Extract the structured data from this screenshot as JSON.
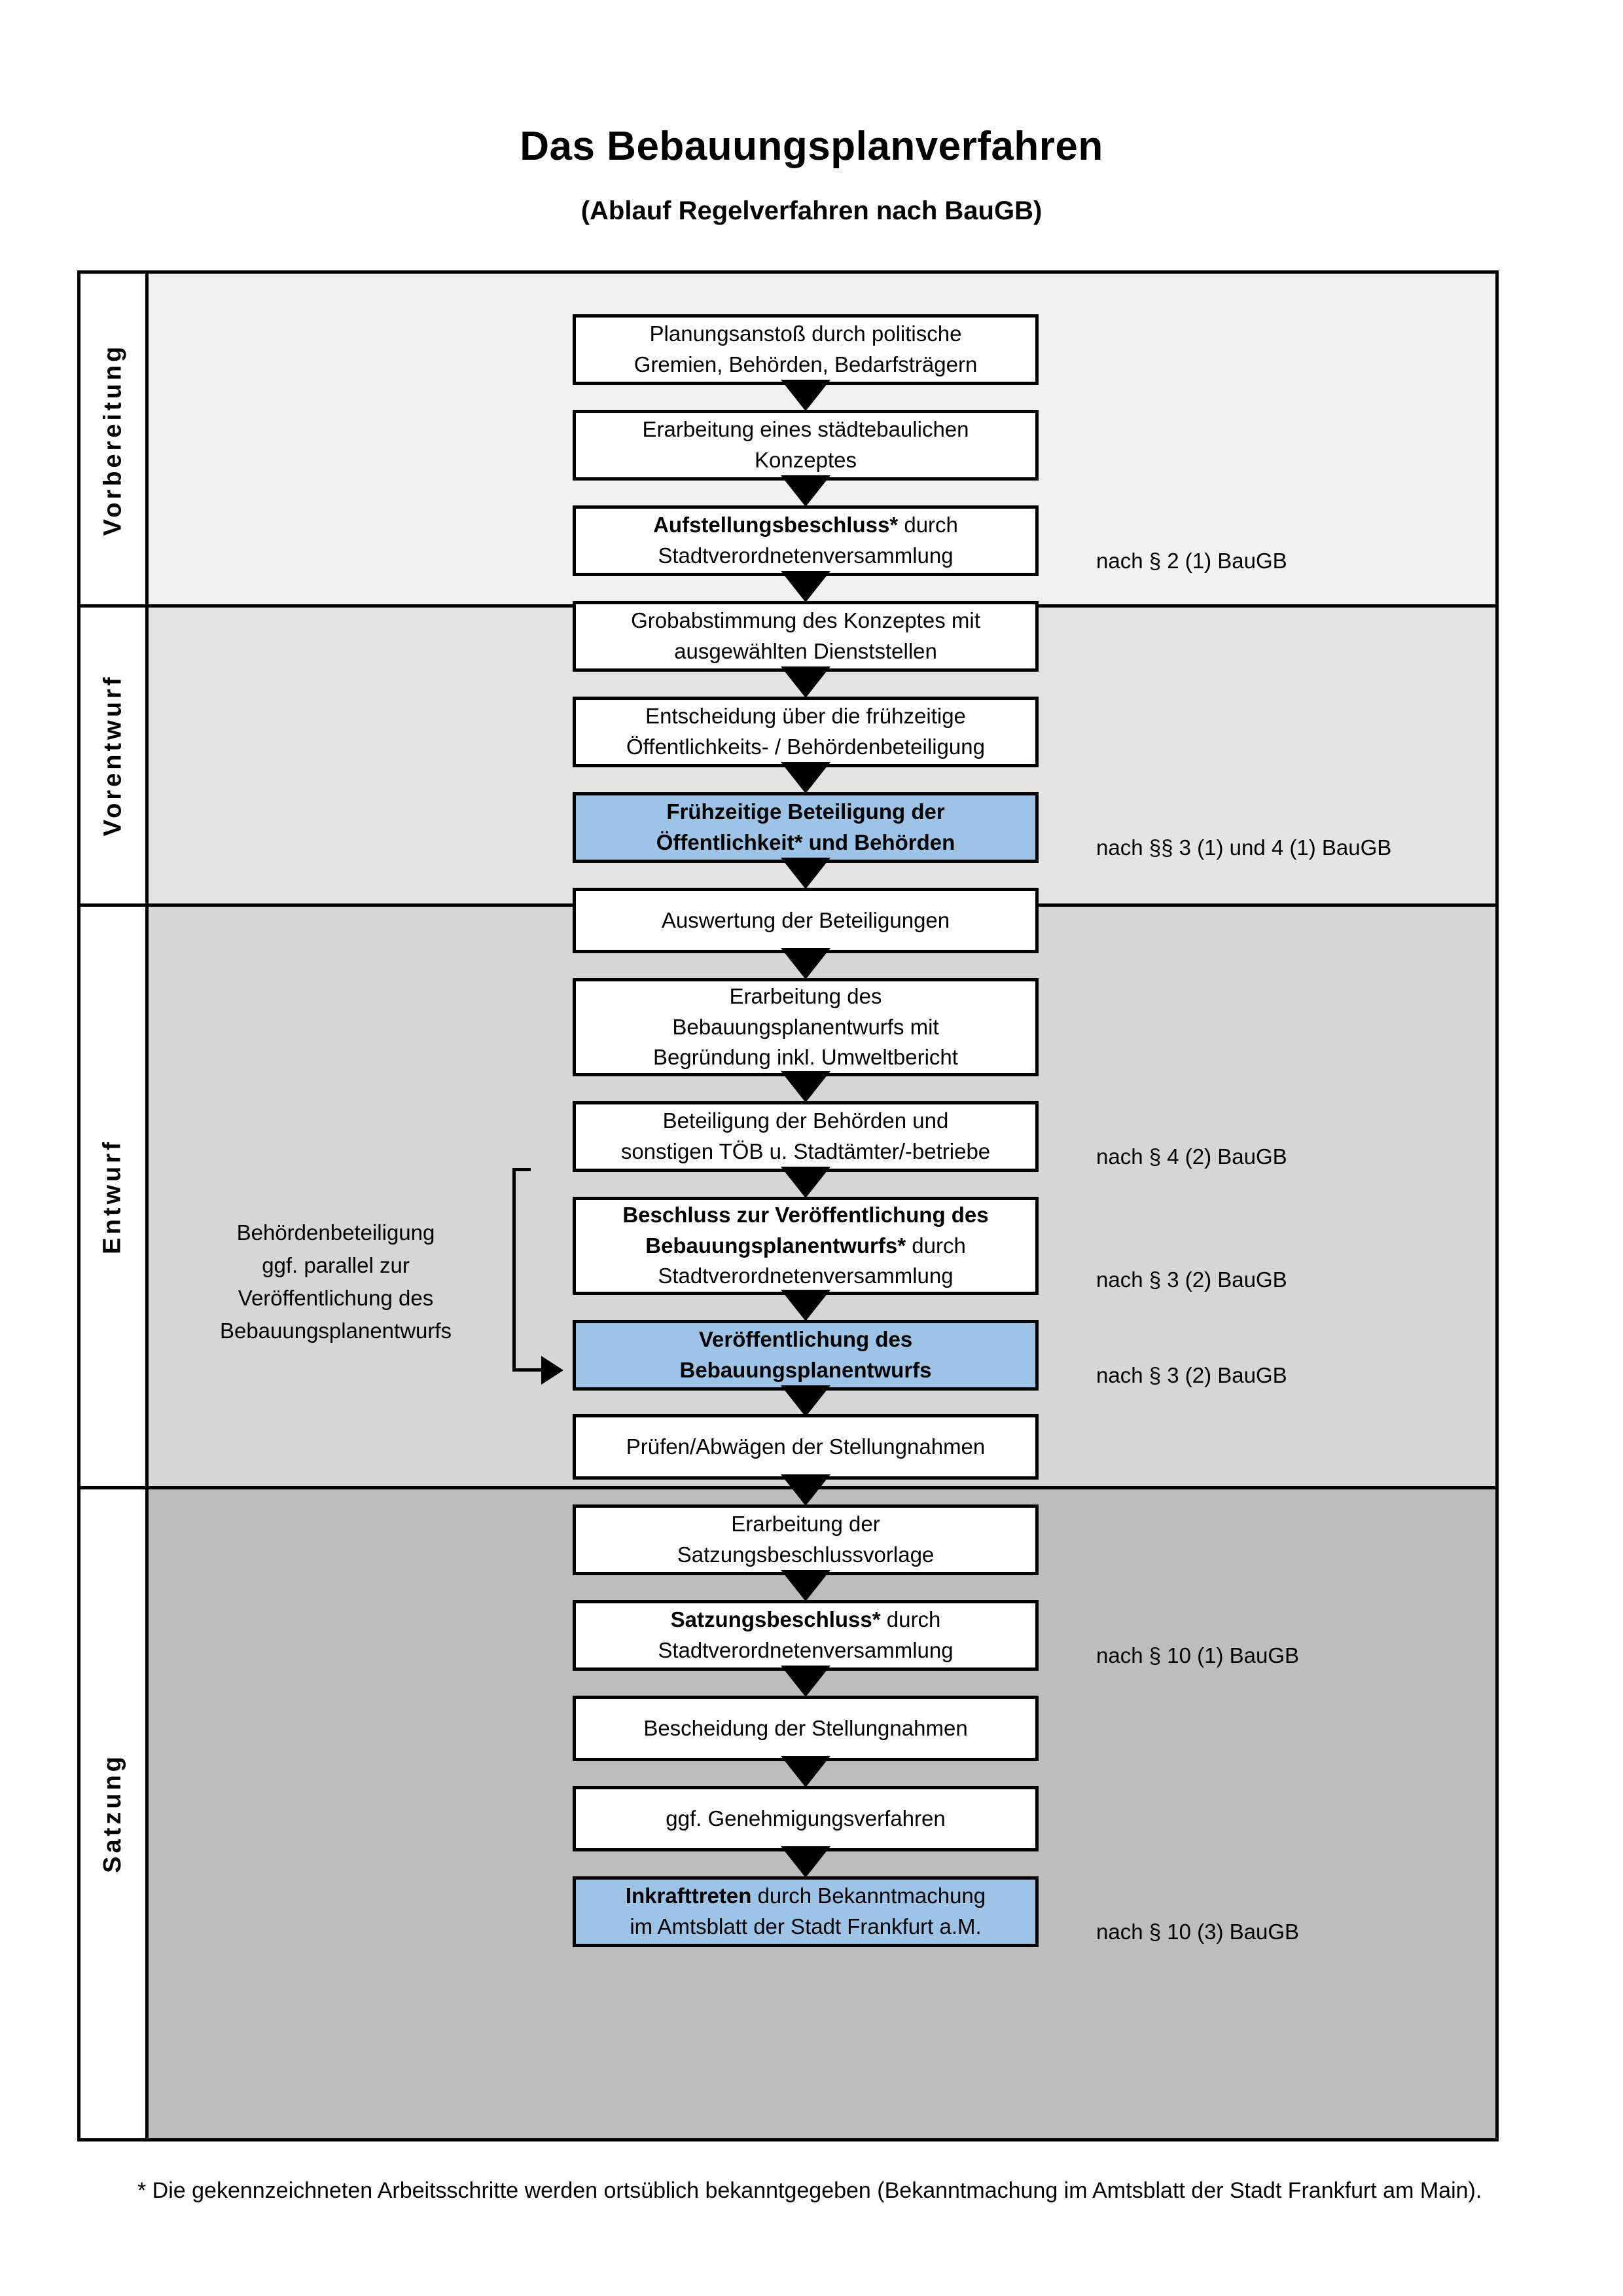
{
  "title": "Das Bebauungsplanverfahren",
  "subtitle": "(Ablauf Regelverfahren nach BauGB)",
  "phases": [
    {
      "label": "Vorbereitung",
      "band_color": "#F1F1F1"
    },
    {
      "label": "Vorentwurf",
      "band_color": "#E4E4E4"
    },
    {
      "label": "Entwurf",
      "band_color": "#D6D6D6"
    },
    {
      "label": "Satzung",
      "band_color": "#BDBDBD"
    }
  ],
  "side_note": {
    "lines": [
      "Behördenbeteiligung",
      "ggf. parallel zur",
      "Veröffentlichung des",
      "Bebauungsplanentwurfs"
    ]
  },
  "steps": [
    {
      "id": "planungsanstoss",
      "phase": "Vorbereitung",
      "lines": [
        {
          "text": "Planungsanstoß durch politische",
          "bold": false
        },
        {
          "text": "Gremien, Behörden, Bedarfsträgern",
          "bold": false
        }
      ],
      "highlight": false
    },
    {
      "id": "staedtebauliches-konzept",
      "phase": "Vorbereitung",
      "lines": [
        {
          "text": "Erarbeitung eines städtebaulichen",
          "bold": false
        },
        {
          "text": "Konzeptes",
          "bold": false
        }
      ],
      "highlight": false
    },
    {
      "id": "aufstellungsbeschluss",
      "phase": "Vorbereitung",
      "lines": [
        {
          "text": "Aufstellungsbeschluss*",
          "bold": true,
          "suffix": " durch"
        },
        {
          "text": "Stadtverordnetenversammlung",
          "bold": false
        }
      ],
      "highlight": false,
      "legal_ref": "nach § 2 (1) BauGB"
    },
    {
      "id": "grobabstimmung",
      "phase": "Vorentwurf",
      "lines": [
        {
          "text": "Grobabstimmung des Konzeptes mit",
          "bold": false
        },
        {
          "text": "ausgewählten Dienststellen",
          "bold": false
        }
      ],
      "highlight": false
    },
    {
      "id": "entscheidung-fruehzeitige-beteiligung",
      "phase": "Vorentwurf",
      "lines": [
        {
          "text": "Entscheidung über die frühzeitige",
          "bold": false
        },
        {
          "text": "Öffentlichkeits- / Behördenbeteiligung",
          "bold": false
        }
      ],
      "highlight": false
    },
    {
      "id": "fruehzeitige-beteiligung",
      "phase": "Vorentwurf",
      "lines": [
        {
          "text": "Frühzeitige Beteiligung der",
          "bold": true
        },
        {
          "text": "Öffentlichkeit* und Behörden",
          "bold": true
        }
      ],
      "highlight": true,
      "legal_ref": "nach §§ 3 (1) und 4 (1) BauGB"
    },
    {
      "id": "auswertung-beteiligungen",
      "phase": "Entwurf",
      "lines": [
        {
          "text": "Auswertung der Beteiligungen",
          "bold": false
        }
      ],
      "highlight": false
    },
    {
      "id": "erarbeitung-bebauungsplanentwurf",
      "phase": "Entwurf",
      "lines": [
        {
          "text": "Erarbeitung des",
          "bold": false
        },
        {
          "text": "Bebauungsplanentwurfs mit",
          "bold": false
        },
        {
          "text": "Begründung inkl. Umweltbericht",
          "bold": false
        }
      ],
      "highlight": false
    },
    {
      "id": "beteiligung-behoerden-toeb",
      "phase": "Entwurf",
      "lines": [
        {
          "text": "Beteiligung der Behörden und",
          "bold": false
        },
        {
          "text": "sonstigen TÖB u. Stadtämter/-betriebe",
          "bold": false
        }
      ],
      "highlight": false,
      "legal_ref": "nach § 4 (2) BauGB"
    },
    {
      "id": "beschluss-veroeffentlichung",
      "phase": "Entwurf",
      "lines": [
        {
          "text": "Beschluss zur Veröffentlichung des",
          "bold": true
        },
        {
          "text": "Bebauungsplanentwurfs*",
          "bold": true,
          "suffix": " durch"
        },
        {
          "text": "Stadtverordnetenversammlung",
          "bold": false
        }
      ],
      "highlight": false,
      "legal_ref": "nach § 3 (2) BauGB"
    },
    {
      "id": "veroeffentlichung-bebauungsplanentwurf",
      "phase": "Entwurf",
      "lines": [
        {
          "text": "Veröffentlichung des",
          "bold": true
        },
        {
          "text": "Bebauungsplanentwurfs",
          "bold": true
        }
      ],
      "highlight": true,
      "legal_ref": "nach § 3 (2) BauGB"
    },
    {
      "id": "pruefen-abwaegen",
      "phase": "Satzung",
      "lines": [
        {
          "text": "Prüfen/Abwägen der Stellungnahmen",
          "bold": false
        }
      ],
      "highlight": false
    },
    {
      "id": "erarbeitung-satzungsbeschlussvorlage",
      "phase": "Satzung",
      "lines": [
        {
          "text": "Erarbeitung der",
          "bold": false
        },
        {
          "text": "Satzungsbeschlussvorlage",
          "bold": false
        }
      ],
      "highlight": false
    },
    {
      "id": "satzungsbeschluss",
      "phase": "Satzung",
      "lines": [
        {
          "text": "Satzungsbeschluss*",
          "bold": true,
          "suffix": " durch"
        },
        {
          "text": "Stadtverordnetenversammlung",
          "bold": false
        }
      ],
      "highlight": false,
      "legal_ref": "nach § 10 (1) BauGB"
    },
    {
      "id": "bescheidung-stellungnahmen",
      "phase": "Satzung",
      "lines": [
        {
          "text": "Bescheidung der Stellungnahmen",
          "bold": false
        }
      ],
      "highlight": false
    },
    {
      "id": "genehmigungsverfahren",
      "phase": "Satzung",
      "lines": [
        {
          "text": "ggf. Genehmigungsverfahren",
          "bold": false
        }
      ],
      "highlight": false
    },
    {
      "id": "inkrafttreten",
      "phase": "Satzung",
      "lines": [
        {
          "text": "Inkrafttreten",
          "bold": true,
          "suffix": " durch Bekanntmachung"
        },
        {
          "text": "im Amtsblatt der Stadt Frankfurt a.M.",
          "bold": false
        }
      ],
      "highlight": true,
      "legal_ref": "nach § 10 (3) BauGB"
    }
  ],
  "footnote": "* Die gekennzeichneten Arbeitsschritte werden ortsüblich bekanntgegeben (Bekanntmachung im Amtsblatt  der Stadt Frankfurt am Main).",
  "colors": {
    "highlight_blue": "#9DC3E6",
    "line_black": "#000000",
    "band_1": "#F1F1F1",
    "band_2": "#E4E4E4",
    "band_3": "#D6D6D6",
    "band_4": "#BDBDBD"
  }
}
